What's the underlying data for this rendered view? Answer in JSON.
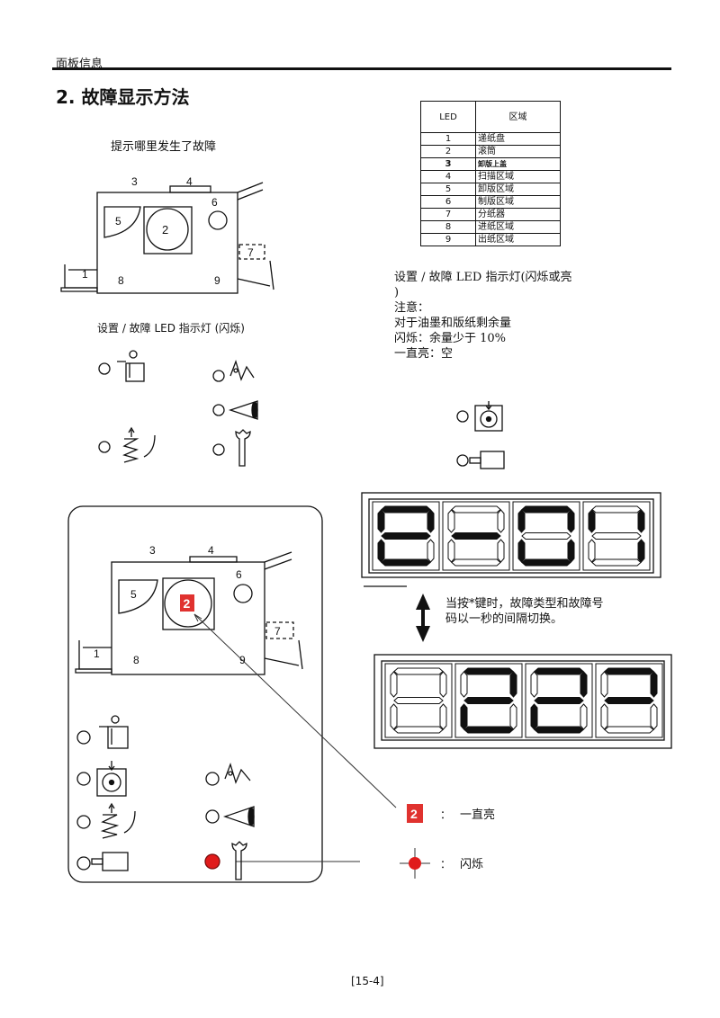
{
  "header": {
    "section": "面板信息"
  },
  "title": "2.  故障显示方法",
  "caption_location": "提示哪里发生了故障",
  "table": {
    "col_led": "LED",
    "col_area": "区域",
    "rows": [
      {
        "led": "1",
        "area": "递纸盘"
      },
      {
        "led": "2",
        "area": "滚筒"
      },
      {
        "led": "3",
        "area": "卸版上盖"
      },
      {
        "led": "4",
        "area": "扫描区域"
      },
      {
        "led": "5",
        "area": "卸版区域"
      },
      {
        "led": "6",
        "area": "制版区域"
      },
      {
        "led": "7",
        "area": "分纸器"
      },
      {
        "led": "8",
        "area": "进纸区域"
      },
      {
        "led": "9",
        "area": "出纸区域"
      }
    ]
  },
  "caption_led_blink": "设置  /  故障 LED 指示灯  (闪烁)",
  "right_note": {
    "line1": "设置  /  故障 LED 指示灯(闪烁或亮",
    "line2": ")",
    "line3": "注意：",
    "line4": "对于油墨和版纸剩余量",
    "line5": "闪烁：余量少于 10%",
    "line6": "一直亮：空"
  },
  "diagram_labels": [
    "1",
    "2",
    "3",
    "4",
    "5",
    "6",
    "7",
    "8",
    "9"
  ],
  "toggle_note": {
    "line1": "当按*键时，故障类型和故障号",
    "line2": "码以一秒的间隔切换。"
  },
  "legend": {
    "badge": "2",
    "colon1": "：",
    "steady": "一直亮",
    "colon2": "：",
    "blink": "闪烁"
  },
  "colors": {
    "error_red": "#e0322f",
    "blink_red": "#e01b1b"
  },
  "footer": {
    "page": "[15-4]"
  }
}
